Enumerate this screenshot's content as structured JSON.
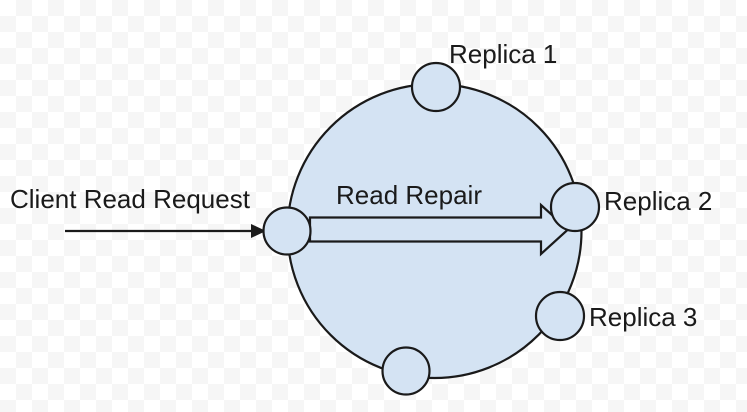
{
  "diagram": {
    "labels": {
      "client_read_request": "Client Read Request",
      "read_repair": "Read Repair",
      "replica_1": "Replica 1",
      "replica_2": "Replica 2",
      "replica_3": "Replica 3"
    },
    "nodes": [
      {
        "id": "top",
        "label": "Replica 1"
      },
      {
        "id": "right",
        "label": "Replica 2"
      },
      {
        "id": "bottom-right",
        "label": "Replica 3"
      },
      {
        "id": "bottom",
        "label": ""
      },
      {
        "id": "left",
        "label": ""
      }
    ]
  },
  "colors": {
    "shape_fill": "#d4e3f3",
    "outline": "#1a1a1a",
    "text": "#1a1a1a",
    "checker_light": "#ffffff",
    "checker_dark": "#f6f6f6"
  }
}
